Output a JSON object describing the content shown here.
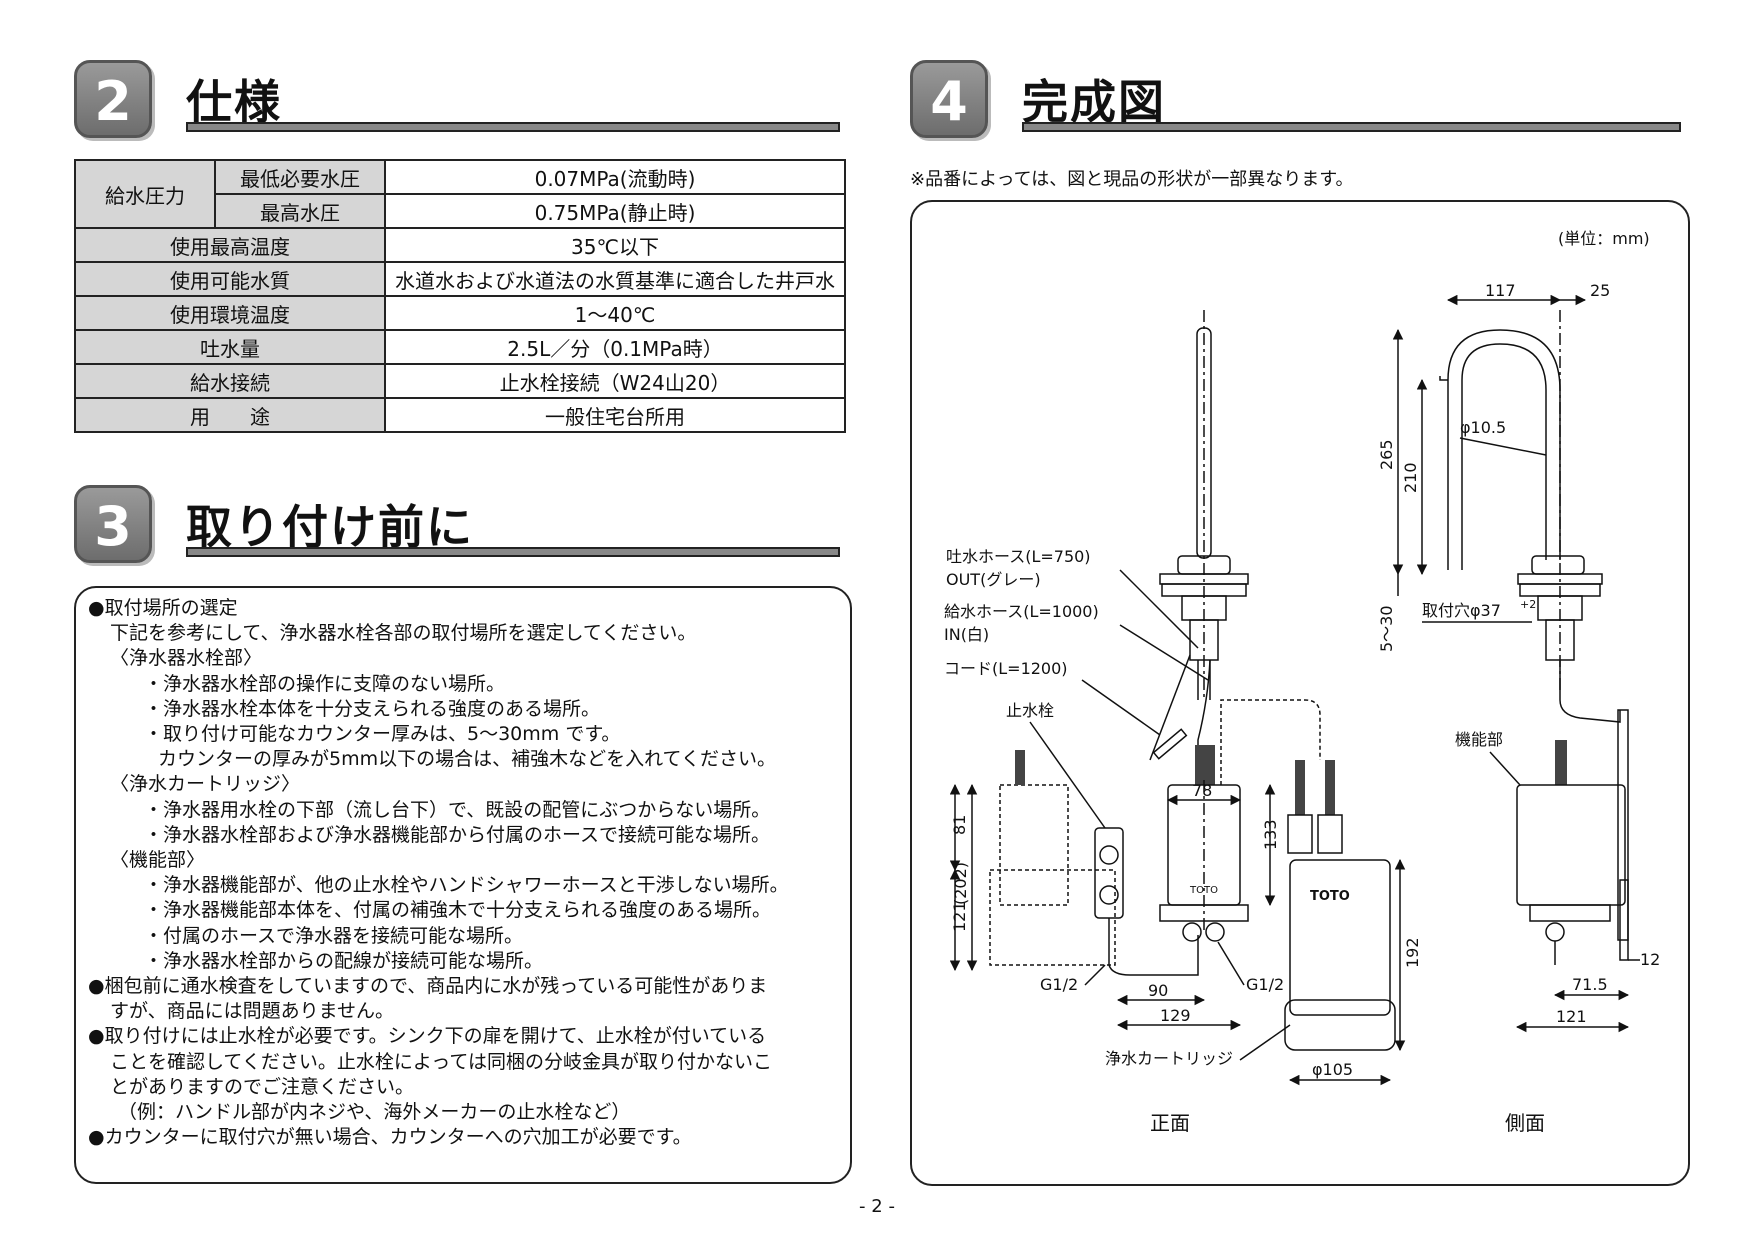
{
  "section2": {
    "number": "2",
    "title": "仕様"
  },
  "spec": {
    "group_label": "給水圧力",
    "min_label": "最低必要水圧",
    "min_value": "0.07MPa(流動時)",
    "max_label": "最高水圧",
    "max_value": "0.75MPa(静止時)",
    "rows": [
      {
        "label": "使用最高温度",
        "value": "35℃以下"
      },
      {
        "label": "使用可能水質",
        "value": "水道水および水道法の水質基準に適合した井戸水"
      },
      {
        "label": "使用環境温度",
        "value": "1～40℃"
      },
      {
        "label": "吐水量",
        "value": "2.5L／分（0.1MPa時）"
      },
      {
        "label": "給水接続",
        "value": "止水栓接続（W24山20）"
      },
      {
        "label": "用　　途",
        "value": "一般住宅台所用"
      }
    ]
  },
  "section3": {
    "number": "3",
    "title": "取り付け前に"
  },
  "notes": [
    "●取付場所の選定",
    "下記を参考にして、浄水器水栓各部の取付場所を選定してください。",
    "〈浄水器水栓部〉",
    "・浄水器水栓部の操作に支障のない場所。",
    "・浄水器水栓本体を十分支えられる強度のある場所。",
    "・取り付け可能なカウンター厚みは、5～30mm です。",
    "カウンターの厚みが5mm以下の場合は、補強木などを入れてください。",
    "〈浄水カートリッジ〉",
    "・浄水器用水栓の下部（流し台下）で、既設の配管にぶつからない場所。",
    "・浄水器水栓部および浄水器機能部から付属のホースで接続可能な場所。",
    "〈機能部〉",
    "・浄水器機能部が、他の止水栓やハンドシャワーホースと干渉しない場所。",
    "・浄水器機能部本体を、付属の補強木で十分支えられる強度のある場所。",
    "・付属のホースで浄水器を接続可能な場所。",
    "・浄水器水栓部からの配線が接続可能な場所。",
    "●梱包前に通水検査をしていますので、商品内に水が残っている可能性がありま",
    "すが、商品には問題ありません。",
    "●取り付けには止水栓が必要です。シンク下の扉を開けて、止水栓が付いている",
    "ことを確認してください。止水栓によっては同梱の分岐金具が取り付かないこ",
    "とがありますのでご注意ください。",
    "（例：ハンドル部が内ネジや、海外メーカーの止水栓など）",
    "●カウンターに取付穴が無い場合、カウンターへの穴加工が必要です。"
  ],
  "section4": {
    "number": "4",
    "title": "完成図"
  },
  "diagram_note": "※品番によっては、図と現品の形状が一部異なります。",
  "diagram": {
    "unit": "(単位：mm)",
    "front_caption": "正面",
    "side_caption": "側面",
    "labels": {
      "outlet_hose": "吐水ホース(L=750)",
      "outlet_hose_sub": "OUT(グレー)",
      "supply_hose": "給水ホース(L=1000)",
      "supply_hose_sub": "IN(白)",
      "cord": "コード(L=1200)",
      "stop_valve": "止水栓",
      "function_unit": "機能部",
      "cartridge": "浄水カートリッジ",
      "mount_hole": "取付穴φ37",
      "mount_hole_tol": "+2",
      "g_left": "G1/2",
      "g_right": "G1/2",
      "brand": "TOTO"
    },
    "dims": {
      "d117": "117",
      "d25": "25",
      "d265": "265",
      "d210": "210",
      "d5_30": "5～30",
      "phi105_spout": "φ10.5",
      "d78": "78",
      "d133": "133",
      "d81": "81",
      "d202": "(202)",
      "d121v": "121",
      "d90": "90",
      "d129": "129",
      "d192": "192",
      "phi105": "φ105",
      "d12": "12",
      "d71_5": "71.5",
      "d121h": "121"
    }
  },
  "page_number": "- 2 -"
}
